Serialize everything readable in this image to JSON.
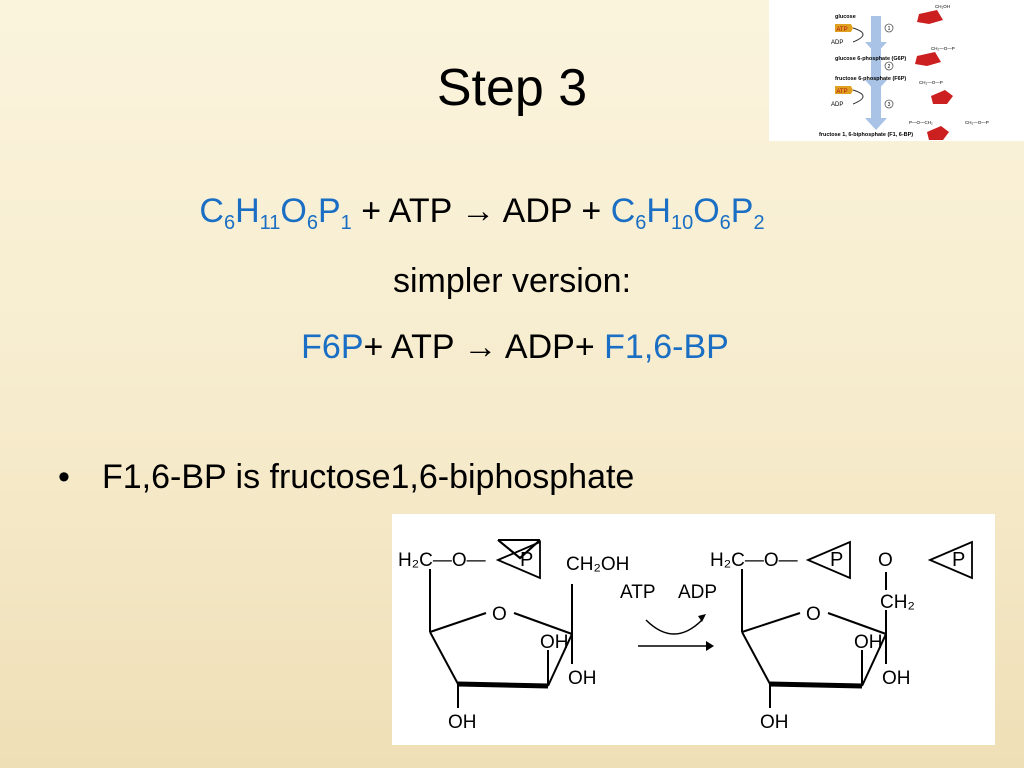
{
  "slide": {
    "title": "Step 3",
    "equation_full": {
      "lhs_formula": {
        "el1": "C",
        "n1": "6",
        "el2": "H",
        "n2": "11",
        "el3": "O",
        "n3": "6",
        "el4": "P",
        "n4": "1"
      },
      "middle": " + ATP → ADP + ",
      "rhs_formula": {
        "el1": "C",
        "n1": "6",
        "el2": "H",
        "n2": "10",
        "el3": "O",
        "n3": "6",
        "el4": "P",
        "n4": "2"
      }
    },
    "simpler_label": "simpler version:",
    "equation_simple": {
      "reactant": "F6P",
      "middle": "+ ATP → ADP+ ",
      "product": "F1,6-BP"
    },
    "bullet": {
      "symbol": "•",
      "text": "F1,6-BP is fructose1,6-biphosphate"
    },
    "colors": {
      "formula_blue": "#1a6fc4",
      "thumb_arrow": "#a9c3e6",
      "thumb_red": "#cc1f1f",
      "atp_badge": "#e0a020"
    }
  },
  "thumbnail": {
    "metabolites": [
      "glucose",
      "glucose 6-phosphate (G6P)",
      "fructose 6-phosphate (F6P)",
      "fructose 1, 6-biphosphate (F1, 6-BP)"
    ],
    "cofactors": [
      "ATP",
      "ADP",
      "ATP",
      "ADP"
    ],
    "steps": [
      "1",
      "2",
      "3"
    ],
    "group_labels": [
      "CH₂OH",
      "CH₂—O—P",
      "CH₂—O—P",
      "P—O—CH₂",
      "CH₂—O—P"
    ]
  },
  "structure": {
    "left_top_left": "H₂C—O—",
    "phosphate": "P",
    "ring_o": "O",
    "ch2oh": "CH₂OH",
    "oh": "OH",
    "atp": "ATP",
    "adp": "ADP",
    "ch2": "CH₂",
    "o": "O"
  }
}
